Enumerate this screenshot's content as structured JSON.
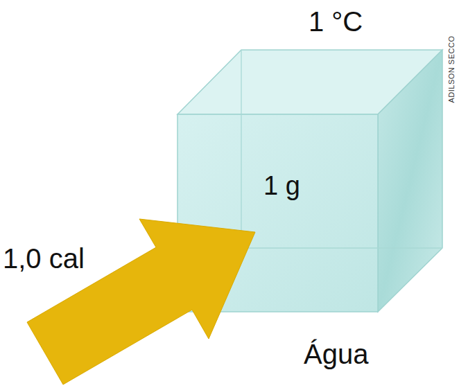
{
  "diagram": {
    "nodes": [
      {
        "text": [
          "1 g"
        ]
      }
    ],
    "labels": [
      "1 °C",
      "1,0 cal",
      "Água",
      "ADILSON SECCO"
    ]
  }
}
